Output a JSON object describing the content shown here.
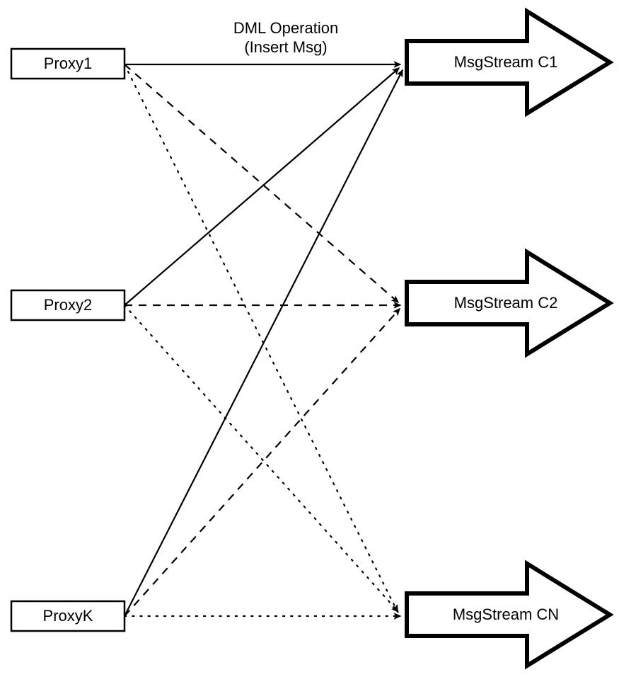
{
  "diagram": {
    "title": "Proxy to MsgStream DML routing diagram",
    "background_color": "#ffffff",
    "line_color": "#000000",
    "annotation": {
      "line1": "DML Operation",
      "line2": "(Insert Msg)"
    },
    "proxies": [
      {
        "id": "proxy1",
        "label": "Proxy1"
      },
      {
        "id": "proxy2",
        "label": "Proxy2"
      },
      {
        "id": "proxyK",
        "label": "ProxyK"
      }
    ],
    "streams": [
      {
        "id": "c1",
        "label": "MsgStream C1",
        "edge_style": "solid"
      },
      {
        "id": "c2",
        "label": "MsgStream C2",
        "edge_style": "dashed"
      },
      {
        "id": "cn",
        "label": "MsgStream CN",
        "edge_style": "dotted"
      }
    ],
    "edges": [
      {
        "from": "proxy1",
        "to": "c1",
        "style": "solid"
      },
      {
        "from": "proxy1",
        "to": "c2",
        "style": "dashed"
      },
      {
        "from": "proxy1",
        "to": "cn",
        "style": "dotted"
      },
      {
        "from": "proxy2",
        "to": "c1",
        "style": "solid"
      },
      {
        "from": "proxy2",
        "to": "c2",
        "style": "dashed"
      },
      {
        "from": "proxy2",
        "to": "cn",
        "style": "dotted"
      },
      {
        "from": "proxyK",
        "to": "c1",
        "style": "solid"
      },
      {
        "from": "proxyK",
        "to": "c2",
        "style": "dashed"
      },
      {
        "from": "proxyK",
        "to": "cn",
        "style": "dotted"
      }
    ]
  }
}
